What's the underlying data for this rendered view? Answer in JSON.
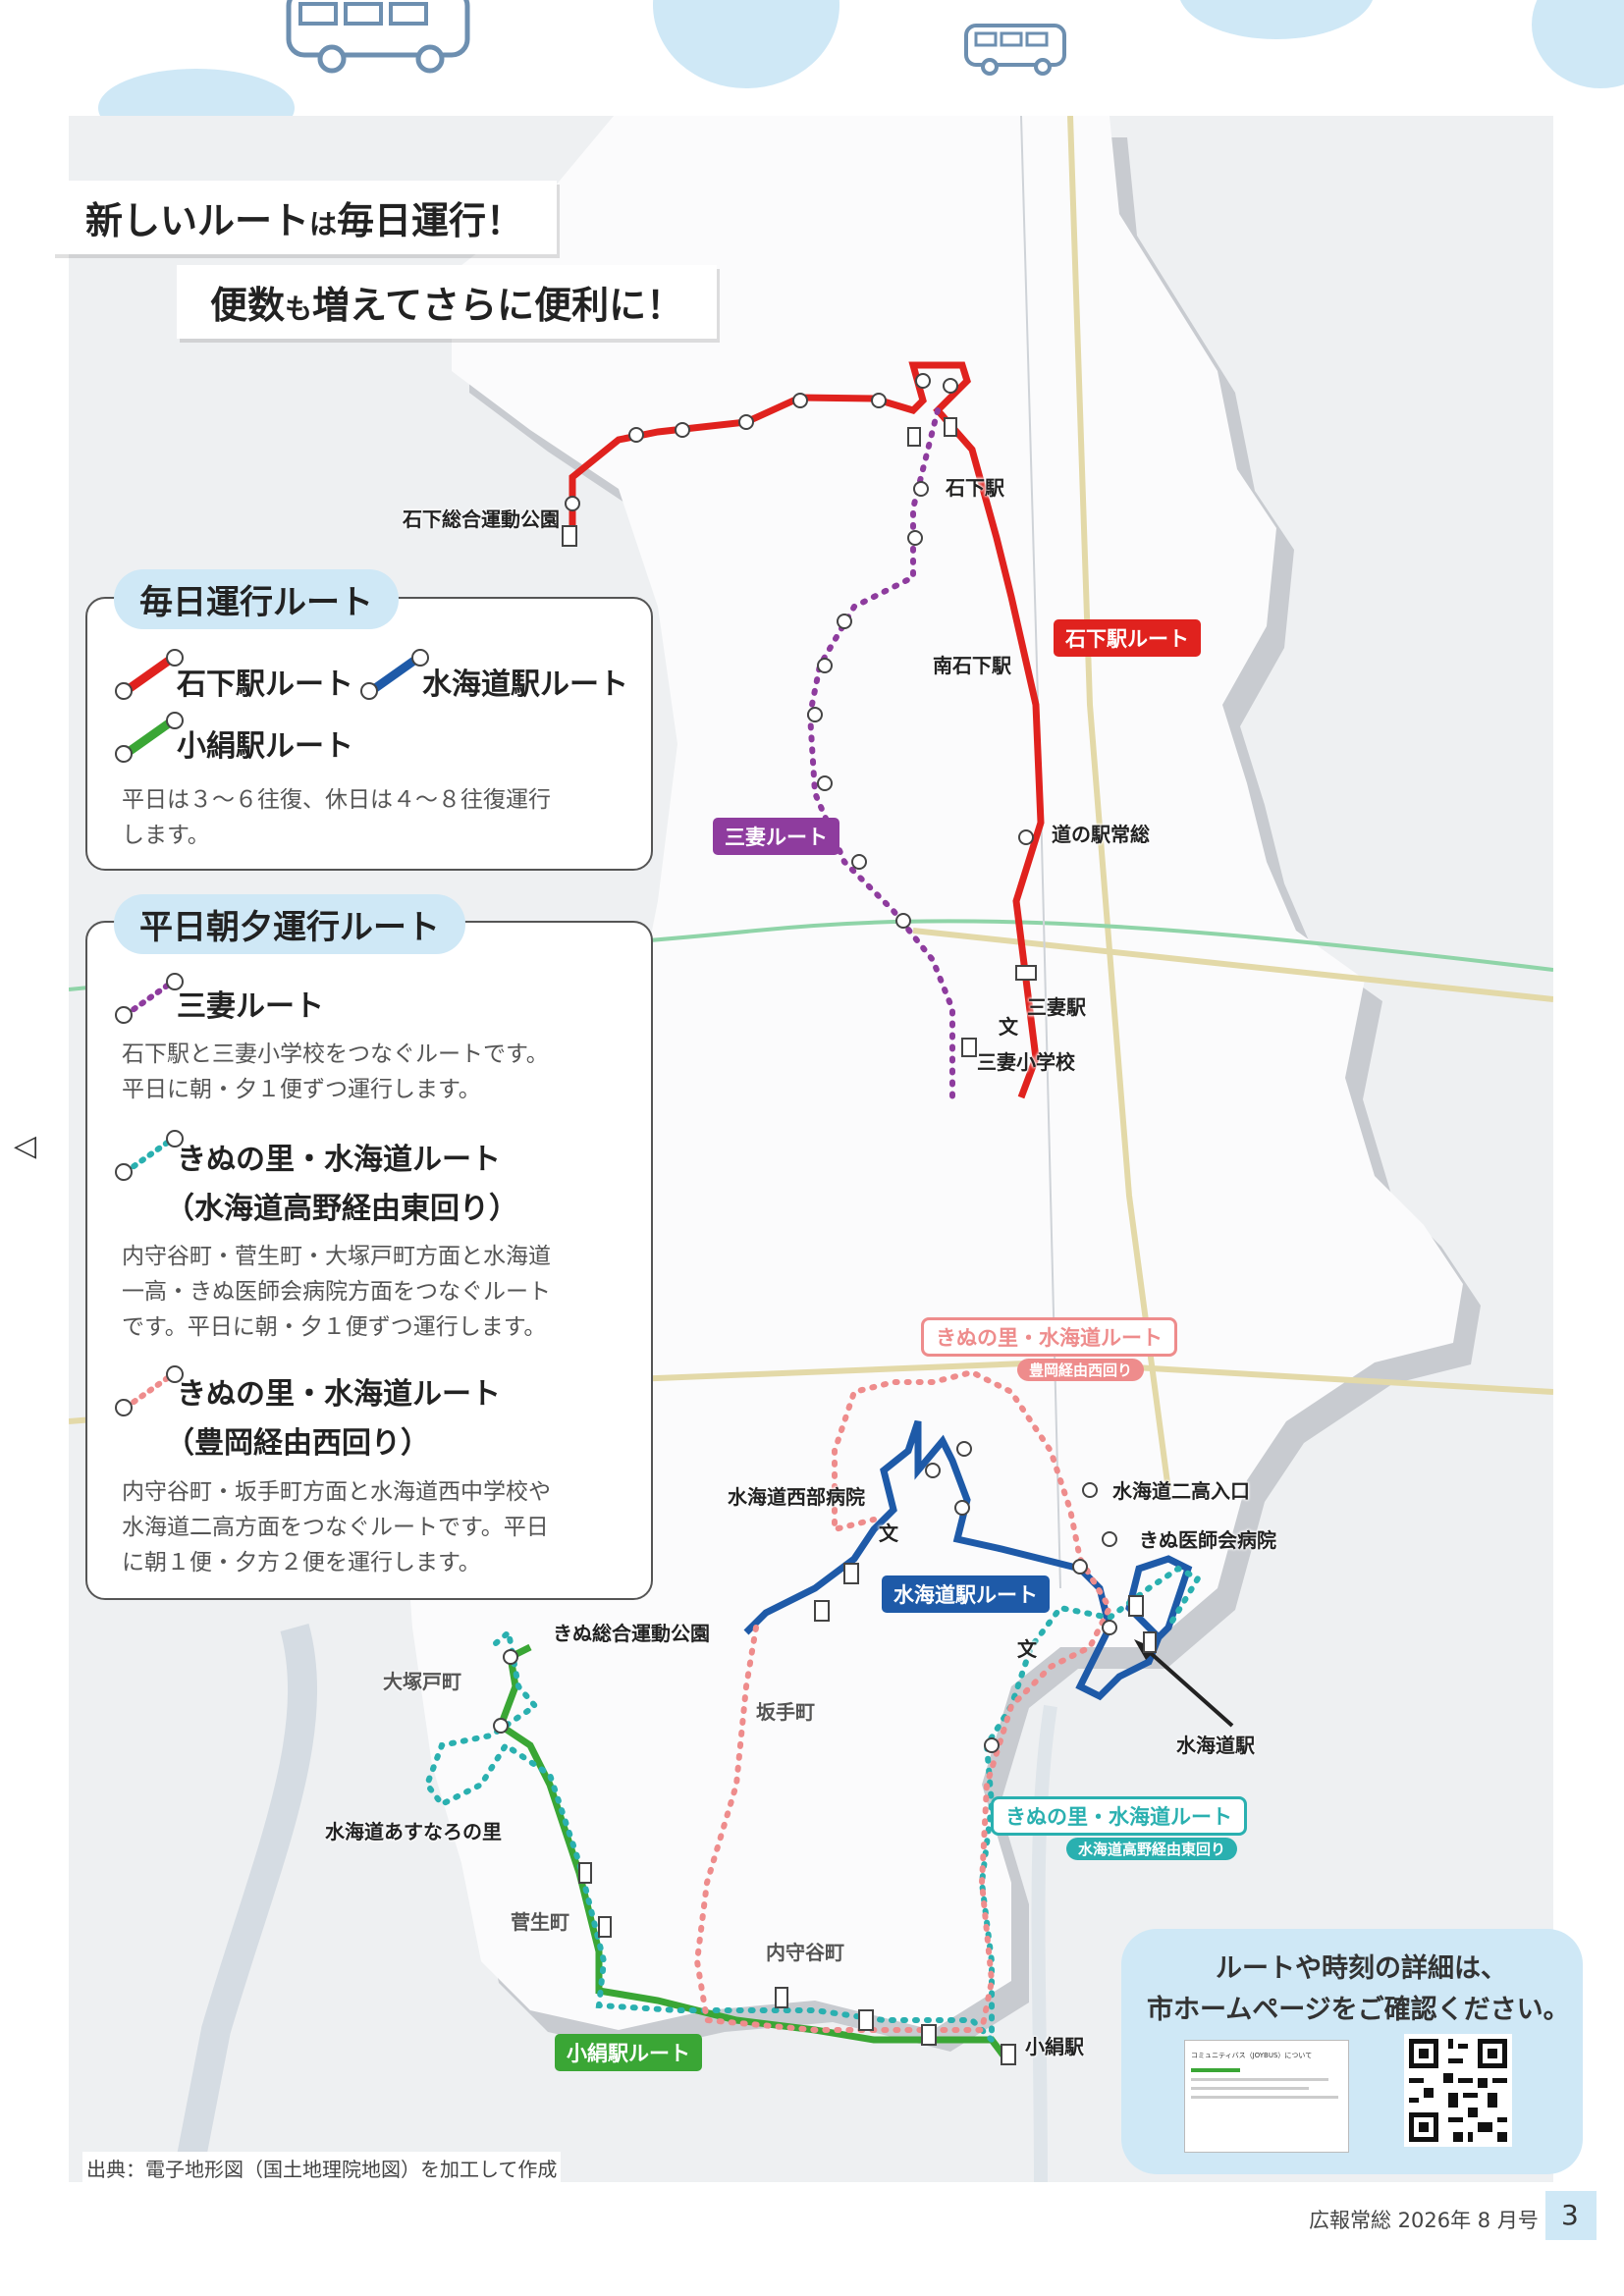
{
  "headline": {
    "line1": {
      "a": "新しいルート",
      "b": "は",
      "c": "毎日運行！"
    },
    "line2": {
      "a": "便数",
      "b": "も",
      "c": "増えてさらに便利に！"
    }
  },
  "daily_panel": {
    "title": "毎日運行ルート",
    "routes": [
      {
        "label": "石下駅ルート",
        "color": "#e0221e",
        "style": "solid"
      },
      {
        "label": "水海道駅ルート",
        "color": "#1e5aa8",
        "style": "solid"
      },
      {
        "label": "小絹駅ルート",
        "color": "#3aa635",
        "style": "solid"
      }
    ],
    "desc": [
      "平日は３～６往復、休日は４～８往復運行",
      "します。"
    ]
  },
  "weekday_panel": {
    "title": "平日朝夕運行ルート",
    "routes": [
      {
        "label": "三妻ルート",
        "sublabel": "",
        "color": "#8e3c9e",
        "style": "dotted",
        "desc": [
          "石下駅と三妻小学校をつなぐルートです。",
          "平日に朝・夕１便ずつ運行します。"
        ]
      },
      {
        "label": "きぬの里・水海道ルート",
        "sublabel": "（水海道高野経由東回り）",
        "color": "#2ab0b0",
        "style": "dotted",
        "desc": [
          "内守谷町・菅生町・大塚戸町方面と水海道",
          "一高・きぬ医師会病院方面をつなぐルート",
          "です。平日に朝・夕１便ずつ運行します。"
        ]
      },
      {
        "label": "きぬの里・水海道ルート",
        "sublabel": "（豊岡経由西回り）",
        "color": "#ee8c8c",
        "style": "dotted",
        "desc": [
          "内守谷町・坂手町方面と水海道西中学校や",
          "水海道二高方面をつなぐルートです。平日",
          "に朝１便・夕方２便を運行します。"
        ]
      }
    ]
  },
  "map_labels": {
    "route_tags": {
      "ishige": "石下駅ルート",
      "mitsuma": "三妻ルート",
      "mitsukaido": "水海道駅ルート",
      "kokinu": "小絹駅ルート",
      "kinu_west": "きぬの里・水海道ルート",
      "kinu_west_sub": "豊岡経由西回り",
      "kinu_east": "きぬの里・水海道ルート",
      "kinu_east_sub": "水海道高野経由東回り"
    },
    "stations": {
      "ishige_station": "石下駅",
      "minami_ishige": "南石下駅",
      "michinoeki": "道の駅常総",
      "mitsuma_station": "三妻駅",
      "mitsuma_school": "三妻小学校",
      "ishige_park": "石下総合運動公園",
      "west_hospital": "水海道西部病院",
      "kinu_park": "きぬ総合運動公園",
      "second_high": "水海道二高入口",
      "kinu_hospital": "きぬ医師会病院",
      "mitsukaido_station": "水海道駅",
      "sakate": "坂手町",
      "otsukado": "大塚戸町",
      "asunaro": "水海道あすなろの里",
      "sugao": "菅生町",
      "uchimoriya": "内守谷町",
      "kokinu_station": "小絹駅",
      "school_mark": "文"
    }
  },
  "info_box": {
    "line1": "ルートや時刻の詳細は、",
    "line2": "市ホームページをご確認ください。",
    "thumb_title": "コミュニティバス（JOYBUS）について"
  },
  "footer": {
    "source": "出典：電子地形図（国土地理院地図）を加工して作成",
    "issue": "広報常総 2026年 8 月号",
    "page": "3"
  },
  "nav_arrow": "◁"
}
